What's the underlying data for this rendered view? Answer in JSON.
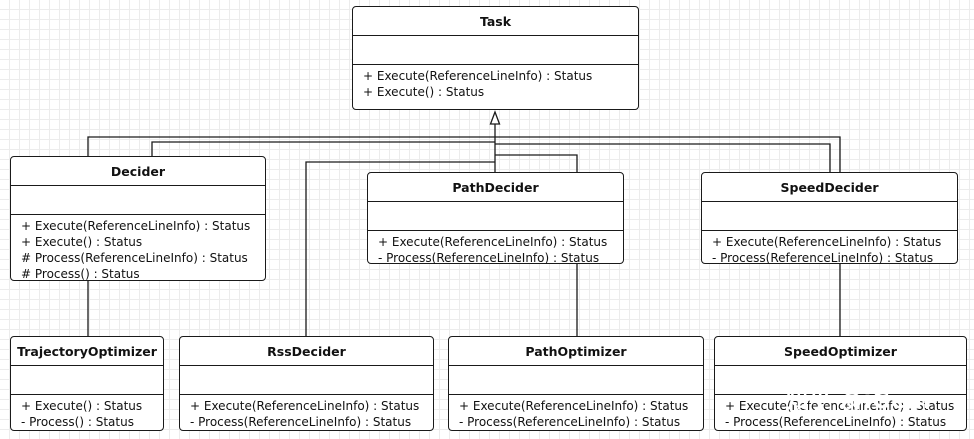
{
  "classes": {
    "task": {
      "name": "Task",
      "operations": [
        "+ Execute(ReferenceLineInfo) : Status",
        "+ Execute() : Status"
      ]
    },
    "decider": {
      "name": "Decider",
      "operations": [
        "+ Execute(ReferenceLineInfo) : Status",
        "+ Execute() : Status",
        "# Process(ReferenceLineInfo) : Status",
        "# Process() : Status"
      ]
    },
    "path_decider": {
      "name": "PathDecider",
      "operations": [
        "+ Execute(ReferenceLineInfo) : Status",
        "- Process(ReferenceLineInfo) : Status"
      ]
    },
    "speed_decider": {
      "name": "SpeedDecider",
      "operations": [
        "+ Execute(ReferenceLineInfo) : Status",
        "- Process(ReferenceLineInfo) : Status"
      ]
    },
    "trajectory_optimizer": {
      "name": "TrajectoryOptimizer",
      "operations": [
        "+ Execute() : Status",
        "- Process() : Status"
      ]
    },
    "rss_decider": {
      "name": "RssDecider",
      "operations": [
        "+ Execute(ReferenceLineInfo) : Status",
        "- Process(ReferenceLineInfo) : Status"
      ]
    },
    "path_optimizer": {
      "name": "PathOptimizer",
      "operations": [
        "+ Execute(ReferenceLineInfo) : Status",
        "- Process(ReferenceLineInfo) : Status"
      ]
    },
    "speed_optimizer": {
      "name": "SpeedOptimizer",
      "operations": [
        "+ Execute(ReferenceLineInfo) : Status",
        "- Process(ReferenceLineInfo) : Status"
      ]
    }
  },
  "watermark": "知乎 @iGear"
}
